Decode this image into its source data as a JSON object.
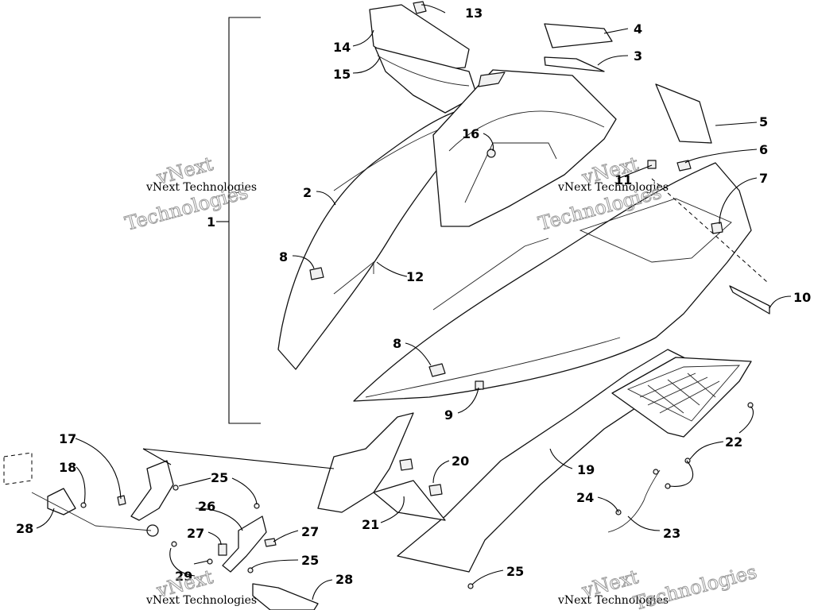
{
  "callouts": {
    "c1": "1",
    "c2": "2",
    "c3": "3",
    "c4": "4",
    "c5": "5",
    "c6": "6",
    "c7": "7",
    "c8a": "8",
    "c8b": "8",
    "c9": "9",
    "c10": "10",
    "c11": "11",
    "c12": "12",
    "c13": "13",
    "c14": "14",
    "c15": "15",
    "c16": "16",
    "c17": "17",
    "c18": "18",
    "c19": "19",
    "c20": "20",
    "c21": "21",
    "c22": "22",
    "c23": "23",
    "c24": "24",
    "c25a": "25",
    "c25b": "25",
    "c25c": "25",
    "c26": "26",
    "c27a": "27",
    "c27b": "27",
    "c28a": "28",
    "c28b": "28",
    "c29": "29"
  },
  "watermark": {
    "small_text": "vNext Technologies",
    "big_line1": "vNext",
    "big_line2": "Technologies"
  },
  "icons": {
    "grille": "mesh-grille-icon",
    "fastener": "screw-icon"
  }
}
